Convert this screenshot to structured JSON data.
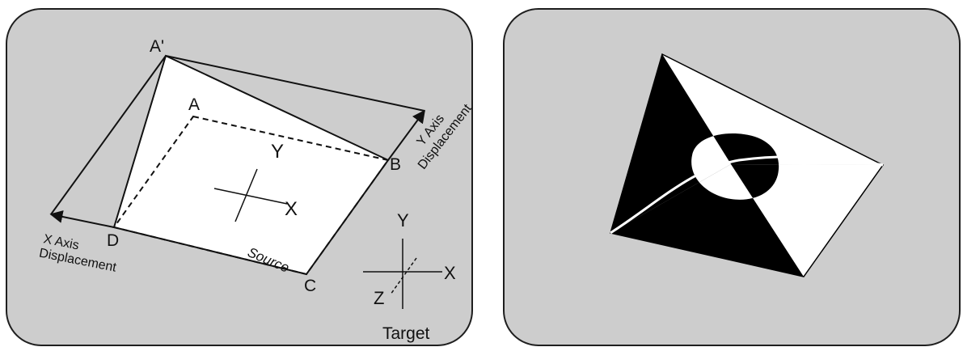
{
  "left_panel": {
    "labels": {
      "a_prime": "A'",
      "a": "A",
      "b": "B",
      "c": "C",
      "d": "D",
      "y_local": "Y",
      "x_local": "X",
      "y_axis_disp_1": "Y Axis",
      "y_axis_disp_2": "Displacement",
      "x_axis_disp_1": "X Axis",
      "x_axis_disp_2": "Displacement",
      "source": "Source",
      "y_axis": "Y",
      "x_axis": "X",
      "z_axis": "Z",
      "target": "Target"
    }
  },
  "right_panel": {
    "colors": {
      "fill_dark": "#000000",
      "fill_light": "#ffffff"
    }
  }
}
